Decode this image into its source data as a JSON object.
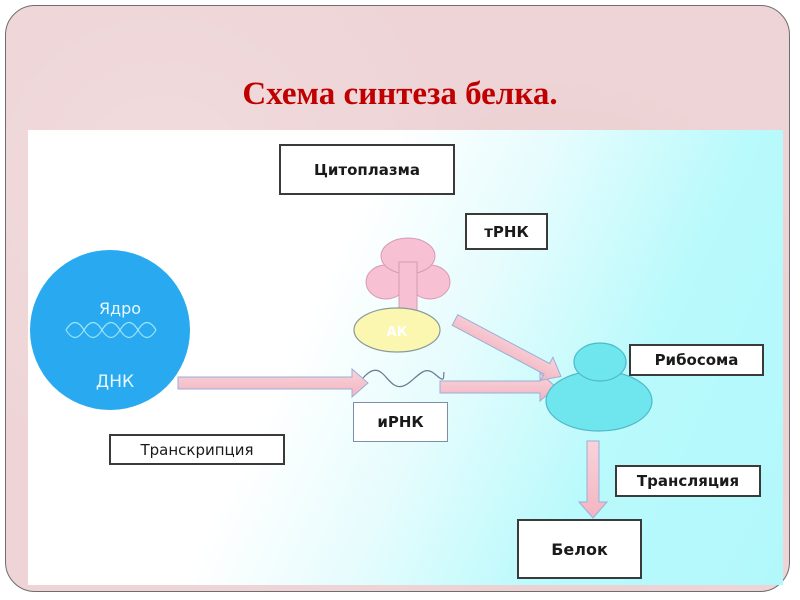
{
  "title": "Схема синтеза белка.",
  "labels": {
    "cytoplasm": "Цитоплазма",
    "trna": "тРНК",
    "ribosome": "Рибосома",
    "mrna": "иРНК",
    "transcription": "Транскрипция",
    "translation": "Трансляция",
    "protein": "Белок"
  },
  "nucleus": {
    "title": "Ядро",
    "dna": "ДНК"
  },
  "amino_acid": "АК",
  "colors": {
    "title": "#c00000",
    "nucleus": "#29aaf0",
    "arrow_fill": "#f6c3cc",
    "arrow_stroke": "#8fa9d8",
    "trna": "#f7c0d3",
    "amino_acid": "#fbf7b0",
    "ribosome": "#6fe5ee"
  }
}
